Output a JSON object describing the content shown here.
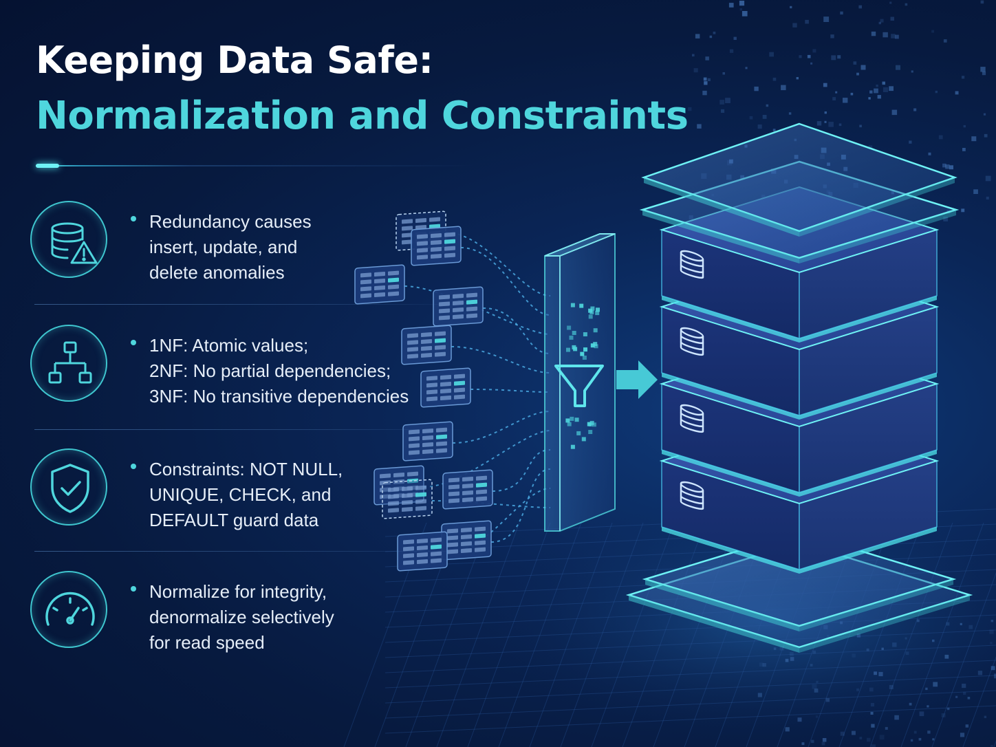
{
  "title": {
    "line1": "Keeping Data Safe:",
    "line2": "Normalization and Constraints"
  },
  "items": [
    {
      "icon": "database-warning-icon",
      "text": "Redundancy causes\ninsert, update, and\ndelete anomalies"
    },
    {
      "icon": "hierarchy-icon",
      "text": "1NF: Atomic values;\n2NF: No partial dependencies;\n3NF: No transitive dependencies"
    },
    {
      "icon": "shield-check-icon",
      "text": "Constraints: NOT NULL,\nUNIQUE, CHECK, and\nDEFAULT guard data"
    },
    {
      "icon": "speedometer-icon",
      "text": "Normalize for integrity,\ndenormalize selectively\nfor read speed"
    }
  ],
  "diagram": {
    "table_cards": 12,
    "filter_icon": "funnel-icon",
    "arrow_icon": "arrow-right-icon",
    "database_layers": 4
  },
  "colors": {
    "background": "#071a3f",
    "accent": "#4fd6dd",
    "text": "#e6eef8",
    "server_block": "#1d3d86"
  }
}
